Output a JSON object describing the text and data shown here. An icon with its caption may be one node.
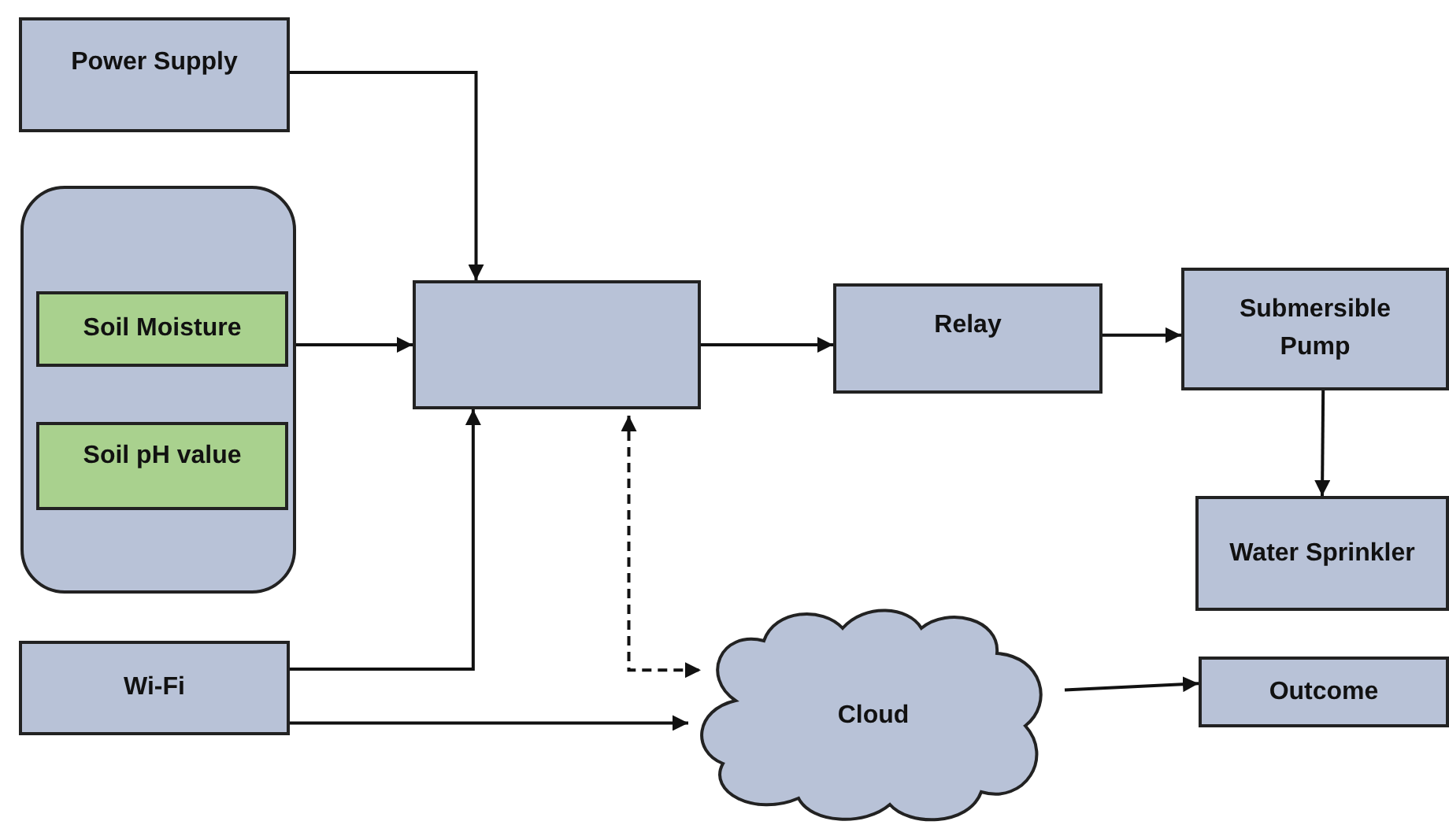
{
  "diagram": {
    "nodes": [
      {
        "text": [
          "Power Supply"
        ]
      },
      {
        "text": [],
        "shape": "box"
      },
      {
        "text": [
          "Soil Moisture"
        ],
        "in": 1
      },
      {
        "text": [
          "Soil pH value"
        ],
        "in": 1
      },
      {
        "text": [],
        "shape": "box"
      },
      {
        "text": [
          "Relay"
        ]
      },
      {
        "text": [
          "Submersible Pump"
        ]
      },
      {
        "text": [
          "Water Sprinkler"
        ]
      },
      {
        "text": [
          "Wi-Fi"
        ]
      },
      {
        "text": [
          "Cloud"
        ]
      },
      {
        "text": [
          "Outcome"
        ]
      }
    ],
    "edges": [
      {
        "from": 0,
        "to": 4,
        "arrow": "to"
      },
      {
        "from": 1,
        "to": 4,
        "arrow": "to"
      },
      {
        "from": 8,
        "to": 4,
        "arrow": "to"
      },
      {
        "from": 8,
        "to": 9,
        "arrow": "to"
      },
      {
        "from": 4,
        "to": 9,
        "arrow": "both",
        "style": "dashed"
      },
      {
        "from": 4,
        "to": 5,
        "arrow": "to"
      },
      {
        "from": 5,
        "to": 6,
        "arrow": "to"
      },
      {
        "from": 6,
        "to": 7,
        "arrow": "to"
      },
      {
        "from": 9,
        "to": 10,
        "arrow": "to"
      }
    ]
  }
}
